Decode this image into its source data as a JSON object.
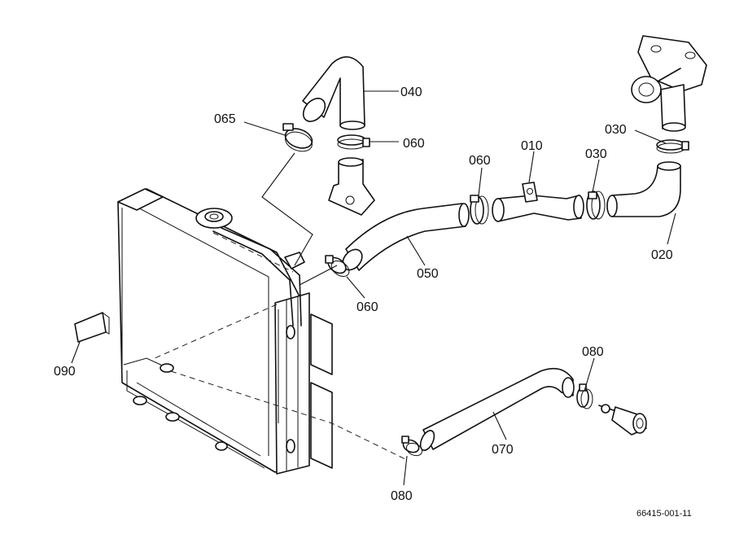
{
  "figure_id": "66415-001-11",
  "callouts": {
    "c040": "040",
    "c065": "065",
    "c060_top": "060",
    "c060_mid": "060",
    "c010": "010",
    "c030_left": "030",
    "c030_top": "030",
    "c020": "020",
    "c050": "050",
    "c060_low": "060",
    "c090": "090",
    "c080_right": "080",
    "c070": "070",
    "c080_low": "080"
  }
}
